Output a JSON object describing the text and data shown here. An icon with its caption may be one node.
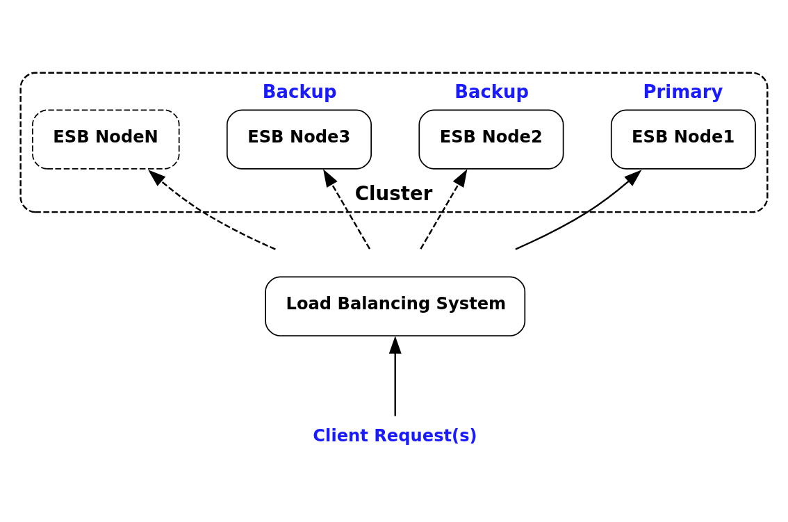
{
  "diagram": {
    "nodes": [
      {
        "text": [
          "Cluster"
        ]
      },
      {
        "text": [
          "ESB Node1"
        ],
        "beside": [
          "Primary"
        ],
        "in": 0
      },
      {
        "text": [
          "ESB Node2"
        ],
        "beside": [
          "Backup"
        ],
        "in": 0
      },
      {
        "text": [
          "ESB Node3"
        ],
        "beside": [
          "Backup"
        ],
        "in": 0
      },
      {
        "text": [
          "ESB NodeN"
        ],
        "in": 0
      },
      {
        "text": [
          "Load Balancing System"
        ]
      },
      {
        "text": [
          "Client Request(s)"
        ]
      }
    ],
    "edges": [
      {
        "from": 5,
        "to": 1,
        "arrow": "to"
      },
      {
        "from": 5,
        "to": 2,
        "arrow": "to",
        "style": "dashed"
      },
      {
        "from": 5,
        "to": 3,
        "arrow": "to",
        "style": "dashed"
      },
      {
        "from": 5,
        "to": 4,
        "arrow": "to",
        "style": "dashed"
      },
      {
        "from": 6,
        "to": 5,
        "arrow": "to"
      }
    ]
  }
}
